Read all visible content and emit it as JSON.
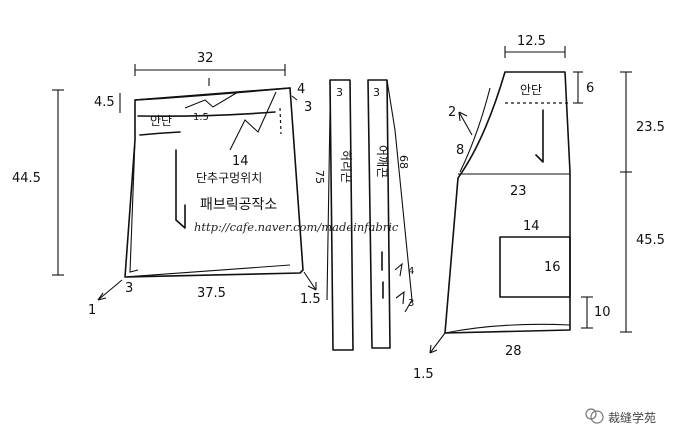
{
  "skirt": {
    "top_width": "32",
    "waist_drop": "4.5",
    "facing": "안단",
    "hip_label": "1.5",
    "pleat_top": "4",
    "pleat_side": "3",
    "button_guide_num": "14",
    "button_guide": "단추구멍위치",
    "length": "44.5",
    "hem_width": "37.5",
    "hem_left_ext": "1",
    "hem_left_in": "3",
    "hem_right_ext": "1.5"
  },
  "brand": {
    "name": "패브릭공작소",
    "url": "http://cafe.naver.com/madeinfabric"
  },
  "waistband": {
    "top_num": "3",
    "label": "허리끈",
    "length": "75"
  },
  "strap": {
    "top_num": "3",
    "label": "어깨끈",
    "length": "68",
    "mark_right": "4",
    "mark_bottom": "3"
  },
  "apron": {
    "top_width": "12.5",
    "facing": "안단",
    "facing_depth": "6",
    "upper_height": "23.5",
    "lower_height": "45.5",
    "armhole_small": "2",
    "armhole_curve": "8",
    "mid_width": "23",
    "pocket_width": "14",
    "pocket_height": "16",
    "pocket_offset": "10",
    "hem_width": "28",
    "hem_ext": "1.5"
  },
  "watermark": "裁缝学苑"
}
